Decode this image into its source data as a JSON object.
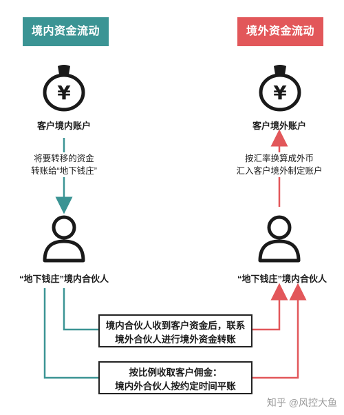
{
  "left_panel": {
    "header": "境内资金流动",
    "account_label": "客户境内账户",
    "transfer_line1": "将要转移的资金",
    "transfer_line2": "转账给“地下钱庄”",
    "person_label": "“地下钱庄”境内合伙人"
  },
  "right_panel": {
    "header": "境外资金流动",
    "account_label": "客户境外账户",
    "transfer_line1": "按汇率换算成外币",
    "transfer_line2": "汇入客户境外制定账户",
    "person_label": "“地下钱庄”境内合伙人"
  },
  "middle_boxes": {
    "box1_line1": "境内合伙人收到客户资金后，联系",
    "box1_line2": "境外合伙人进行境外资金转账",
    "box2_line1": "按比例收取客户佣金：",
    "box2_line2": "境内外合伙人按约定时间平账"
  },
  "watermark": "知乎 @风控大鱼",
  "icons": {
    "money_bag": "money-bag-icon",
    "person": "person-icon"
  },
  "colors": {
    "teal": "#3b9494",
    "red": "#e2575a",
    "black": "#1a1a1a"
  }
}
